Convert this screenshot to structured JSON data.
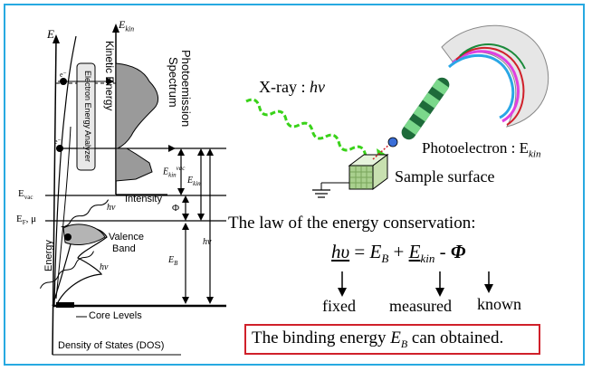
{
  "left_diagram": {
    "axis_E": "E",
    "axis_Ekin": "E",
    "axis_Ekin_sub": "kin",
    "label_kinetic_energy": "Kinetic Energy",
    "label_photoemission": "Photoemission",
    "label_spectrum": "Spectrum",
    "label_analyzer": "Electron Energy Analyzer",
    "label_intensity": "Intensity",
    "label_evac": "E",
    "label_evac_sub": "vac",
    "label_ef": "E",
    "label_ef_sub": "F",
    "label_ef_mu": ", μ",
    "label_ekin_vac_E": "E",
    "label_ekin_vac_sup": "vac",
    "label_ekin_vac_sub": "kin",
    "label_ekin_right": "E",
    "label_ekin_right_sub": "kin",
    "label_phi": "Φ",
    "label_hv": "hν",
    "label_hv_top": "hν",
    "label_hv_bottom": "hν",
    "label_hv_right": "hν",
    "label_eb": "E",
    "label_eb_sub": "B",
    "label_valence": "Valence",
    "label_band": "Band",
    "label_core": "Core Levels",
    "label_energy": "Energy",
    "label_dos": "Density of States (DOS)",
    "label_e_minus": "e⁻",
    "label_e_minus2": "e⁻"
  },
  "right_diagram": {
    "xray_label": "X-ray : ",
    "xray_hv": "hν",
    "photoelectron_label": "Photoelectron : E",
    "photoelectron_sub": "kin",
    "sample_label": "Sample surface"
  },
  "equation": {
    "law_text": "The law of the energy conservation:",
    "lhs": "hυ",
    "eq": " = ",
    "eb": "E",
    "eb_sub": "B",
    "plus": " + ",
    "ekin": "E",
    "ekin_sub": "kin",
    "minus": " - ",
    "phi": "Φ",
    "fixed": "fixed",
    "measured": "measured",
    "known": "known"
  },
  "conclusion": {
    "prefix": "The binding energy ",
    "eb": "E",
    "eb_sub": "B",
    "suffix": " can obtained."
  }
}
